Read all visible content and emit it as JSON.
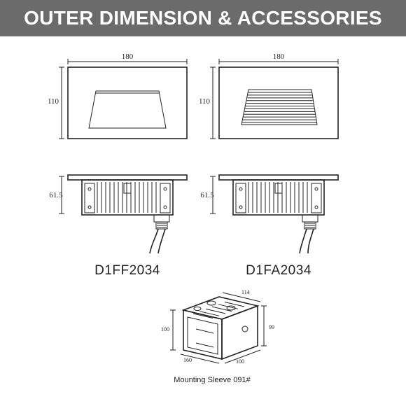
{
  "header": {
    "title": "OUTER DIMENSION & ACCESSORIES"
  },
  "front_left": {
    "width": "180",
    "height": "110"
  },
  "front_right": {
    "width": "180",
    "height": "110"
  },
  "side_left": {
    "depth": "61.5"
  },
  "side_right": {
    "depth": "61.5"
  },
  "models": {
    "left": "D1FF2034",
    "right": "D1FA2034"
  },
  "sleeve": {
    "top_dim": "114",
    "left_dim": "100",
    "right_dim": "99",
    "bottom_left_dim": "160",
    "bottom_right_dim": "100",
    "caption": "Mounting Sleeve 091#"
  }
}
